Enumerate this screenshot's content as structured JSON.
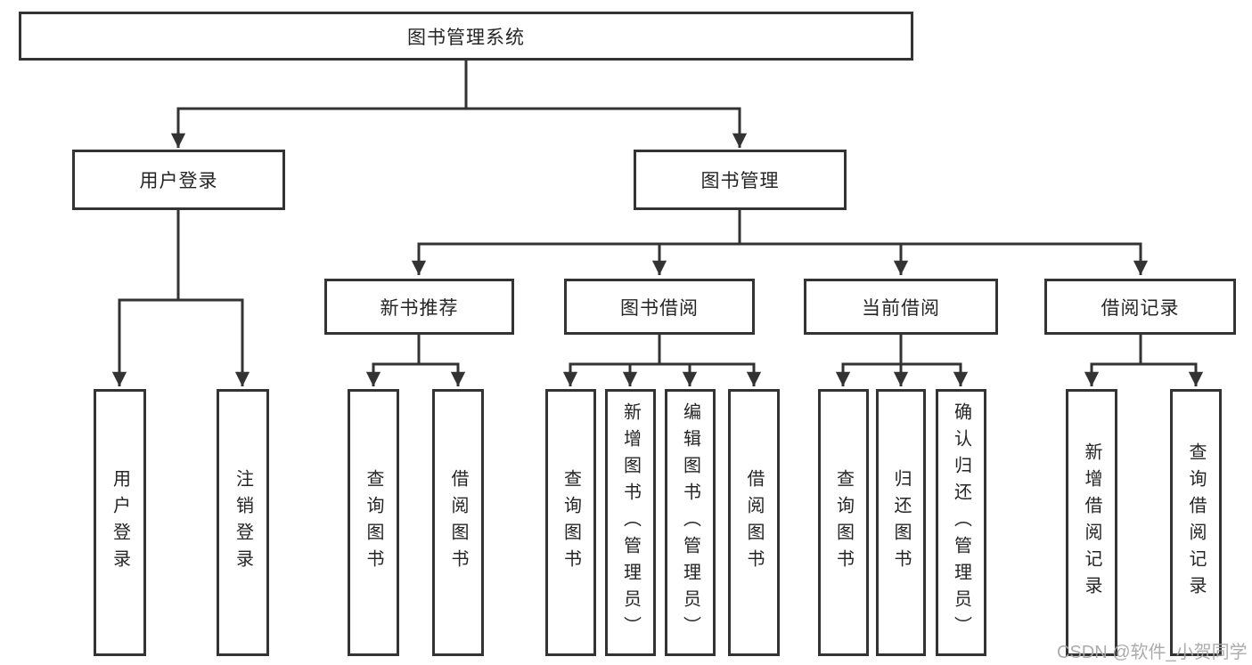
{
  "diagram": {
    "title": "图书管理系统",
    "root": {
      "label": "图书管理系统"
    },
    "branches": [
      {
        "label": "用户登录",
        "children": [
          {
            "label": "用户登录"
          },
          {
            "label": "注销登录"
          }
        ]
      },
      {
        "label": "图书管理",
        "sections": [
          {
            "label": "新书推荐",
            "children": [
              {
                "label": "查询图书"
              },
              {
                "label": "借阅图书"
              }
            ]
          },
          {
            "label": "图书借阅",
            "children": [
              {
                "label": "查询图书"
              },
              {
                "label": "新增图书（管理员）"
              },
              {
                "label": "编辑图书（管理员）"
              },
              {
                "label": "借阅图书"
              }
            ]
          },
          {
            "label": "当前借阅",
            "children": [
              {
                "label": "查询图书"
              },
              {
                "label": "归还图书"
              },
              {
                "label": "确认归还（管理员）"
              }
            ]
          },
          {
            "label": "借阅记录",
            "children": [
              {
                "label": "新增借阅记录"
              },
              {
                "label": "查询借阅记录"
              }
            ]
          }
        ]
      }
    ]
  },
  "watermark": {
    "text": "CSDN @软件_小贺同学"
  },
  "colors": {
    "line": "#333333",
    "box_border": "#333333",
    "box_background": "#ffffff",
    "text": "#252525",
    "watermark": "#a8a8a8"
  }
}
